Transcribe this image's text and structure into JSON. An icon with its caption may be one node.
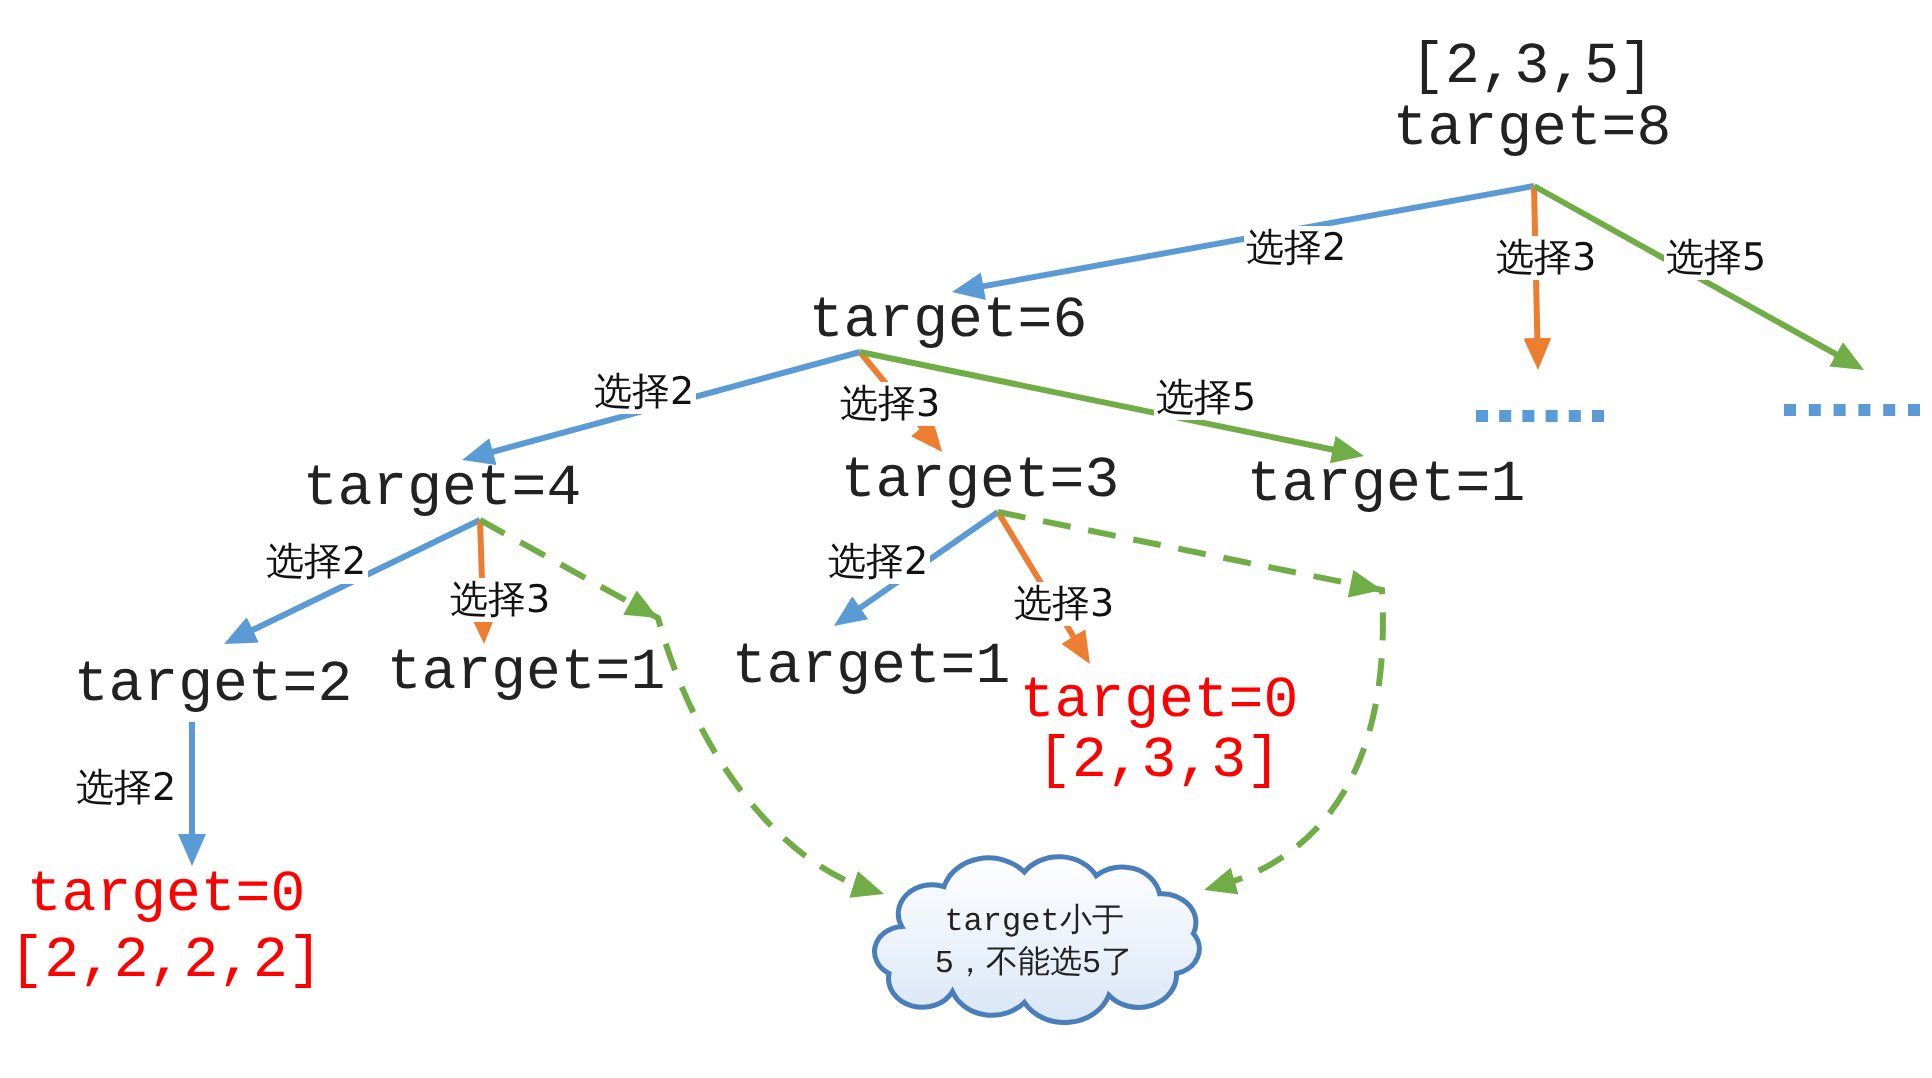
{
  "diagram": {
    "nodes": [
      {
        "text": [
          "[2,3,5]",
          "target=8"
        ]
      },
      {
        "text": [
          "target=6"
        ]
      },
      {
        "text": [],
        "shape": "dots"
      },
      {
        "text": [],
        "shape": "dots"
      },
      {
        "text": [
          "target=4"
        ]
      },
      {
        "text": [
          "target=3"
        ]
      },
      {
        "text": [
          "target=1"
        ]
      },
      {
        "text": [
          "target=2"
        ]
      },
      {
        "text": [
          "target=1"
        ]
      },
      {
        "text": [
          "target=1"
        ]
      },
      {
        "text": [
          "target=0",
          "[2,3,3]"
        ]
      },
      {
        "text": [
          "target=0",
          "[2,2,2,2]"
        ]
      },
      {
        "text": [
          "target小于5，不能选5了"
        ]
      }
    ],
    "edges": [
      {
        "from": 0,
        "to": 1,
        "arrow": "to",
        "label": "选择2",
        "color": "#5b9bd5"
      },
      {
        "from": 0,
        "to": 2,
        "arrow": "to",
        "label": "选择3",
        "color": "#ed7d31"
      },
      {
        "from": 0,
        "to": 3,
        "arrow": "to",
        "label": "选择5",
        "color": "#70ad47"
      },
      {
        "from": 1,
        "to": 4,
        "arrow": "to",
        "label": "选择2",
        "color": "#5b9bd5"
      },
      {
        "from": 1,
        "to": 5,
        "arrow": "to",
        "label": "选择3",
        "color": "#ed7d31"
      },
      {
        "from": 1,
        "to": 6,
        "arrow": "to",
        "label": "选择5",
        "color": "#70ad47"
      },
      {
        "from": 4,
        "to": 7,
        "arrow": "to",
        "label": "选择2",
        "color": "#5b9bd5"
      },
      {
        "from": 4,
        "to": 8,
        "arrow": "to",
        "label": "选择3",
        "color": "#ed7d31"
      },
      {
        "from": 4,
        "to": 12,
        "arrow": "to",
        "style": "dashed",
        "color": "#70ad47"
      },
      {
        "from": 5,
        "to": 9,
        "arrow": "to",
        "label": "选择2",
        "color": "#5b9bd5"
      },
      {
        "from": 5,
        "to": 10,
        "arrow": "to",
        "label": "选择3",
        "color": "#ed7d31"
      },
      {
        "from": 5,
        "to": 12,
        "arrow": "to",
        "style": "dashed",
        "color": "#70ad47"
      },
      {
        "from": 7,
        "to": 11,
        "arrow": "to",
        "label": "选择2",
        "color": "#5b9bd5"
      }
    ]
  }
}
